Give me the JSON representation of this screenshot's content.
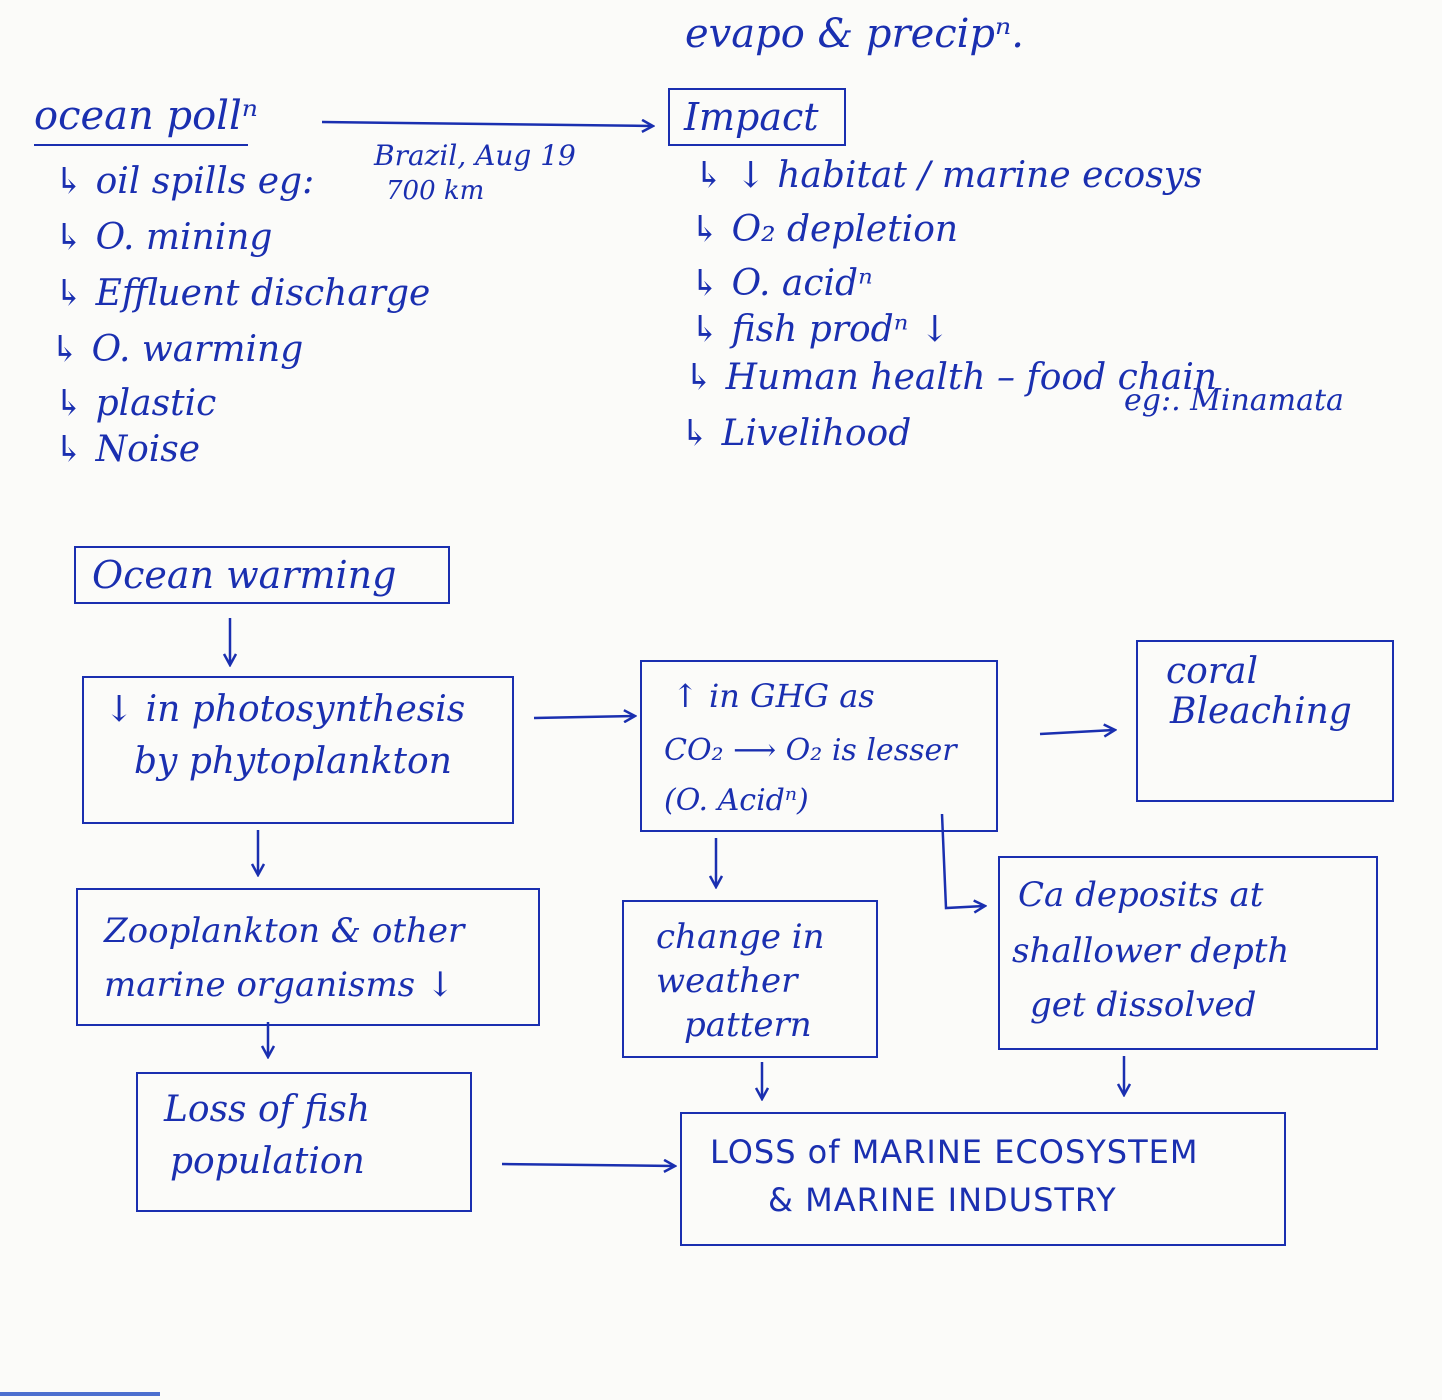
{
  "header": {
    "top_note": "evapo & precipⁿ."
  },
  "pollution": {
    "title": "ocean pollⁿ",
    "items": [
      "↳ oil spills eg:",
      "↳ O. mining",
      "↳ Effluent discharge",
      "↳ O. warming",
      "↳ plastic",
      "↳  Noise"
    ],
    "example_line1": "Brazil, Aug 19",
    "example_line2": "700 km"
  },
  "impact": {
    "title": "Impact",
    "items": [
      "↳ ↓ habitat / marine ecosys",
      "↳ O₂ depletion",
      "↳ O. acidⁿ",
      "↳ fish prodⁿ ↓",
      "↳ Human health – food chain",
      "↳ Livelihood"
    ],
    "example": "eg:. Minamata"
  },
  "flow": {
    "ocean_warming": "Ocean warming",
    "photosynthesis_line1": "↓ in photosynthesis",
    "photosynthesis_line2": "by phytoplankton",
    "ghg_line1": "↑ in GHG as",
    "ghg_line2": "CO₂ ⟶ O₂ is lesser",
    "ghg_line3": "(O. Acidⁿ)",
    "coral_line1": "coral",
    "coral_line2": "Bleaching",
    "zoo_line1": "Zooplankton & other",
    "zoo_line2": "marine organisms ↓",
    "weather_line1": "change in",
    "weather_line2": "weather",
    "weather_line3": "pattern",
    "ca_line1": "Ca deposits at",
    "ca_line2": "shallower depth",
    "ca_line3": "get dissolved",
    "fish_line1": "Loss of fish",
    "fish_line2": "population",
    "loss_line1": "LOSS of MARINE ECOSYSTEM",
    "loss_line2": "& MARINE INDUSTRY"
  },
  "colors": {
    "ink": "#1a2fb0",
    "paper": "#fbfbf9"
  }
}
